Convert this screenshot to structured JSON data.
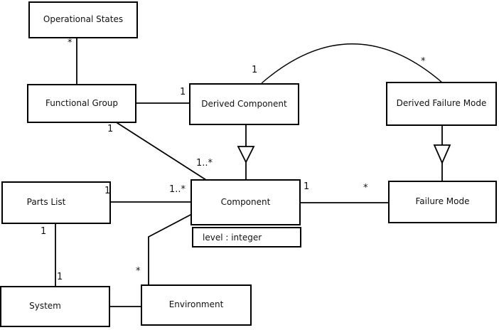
{
  "diagram": {
    "background_color": "#ffffff",
    "line_color": "#000000",
    "text_color": "#111111"
  },
  "classes": {
    "operational_states": {
      "label": "Operational States"
    },
    "functional_group": {
      "label": "Functional Group"
    },
    "derived_component": {
      "label": "Derived Component"
    },
    "derived_failure_mode": {
      "label": "Derived Failure Mode"
    },
    "parts_list": {
      "label": "Parts List"
    },
    "component": {
      "label": "Component",
      "attributes": [
        "level : integer"
      ]
    },
    "failure_mode": {
      "label": "Failure Mode"
    },
    "system": {
      "label": "System"
    },
    "environment": {
      "label": "Environment"
    }
  },
  "relationships": [
    {
      "type": "association",
      "from": "operational_states",
      "to": "functional_group",
      "mult_from": "*"
    },
    {
      "type": "association",
      "from": "functional_group",
      "to": "derived_component",
      "mult_to": "1"
    },
    {
      "type": "association",
      "from": "functional_group",
      "to": "component",
      "mult_from": "1",
      "mult_to": "1..*"
    },
    {
      "type": "association-arc",
      "from": "derived_component",
      "to": "derived_failure_mode",
      "mult_from": "1",
      "mult_to": "*"
    },
    {
      "type": "generalization",
      "from": "derived_component",
      "to": "component"
    },
    {
      "type": "generalization",
      "from": "derived_failure_mode",
      "to": "failure_mode"
    },
    {
      "type": "association",
      "from": "parts_list",
      "to": "component",
      "mult_from": "1",
      "mult_to": "1..*"
    },
    {
      "type": "association",
      "from": "component",
      "to": "failure_mode",
      "mult_from": "1",
      "mult_to": "*"
    },
    {
      "type": "association",
      "from": "parts_list",
      "to": "system",
      "mult_from": "1",
      "mult_to": "1"
    },
    {
      "type": "association",
      "from": "system",
      "to": "environment"
    },
    {
      "type": "association",
      "from": "environment",
      "to": "component",
      "mult_from": "*"
    }
  ]
}
